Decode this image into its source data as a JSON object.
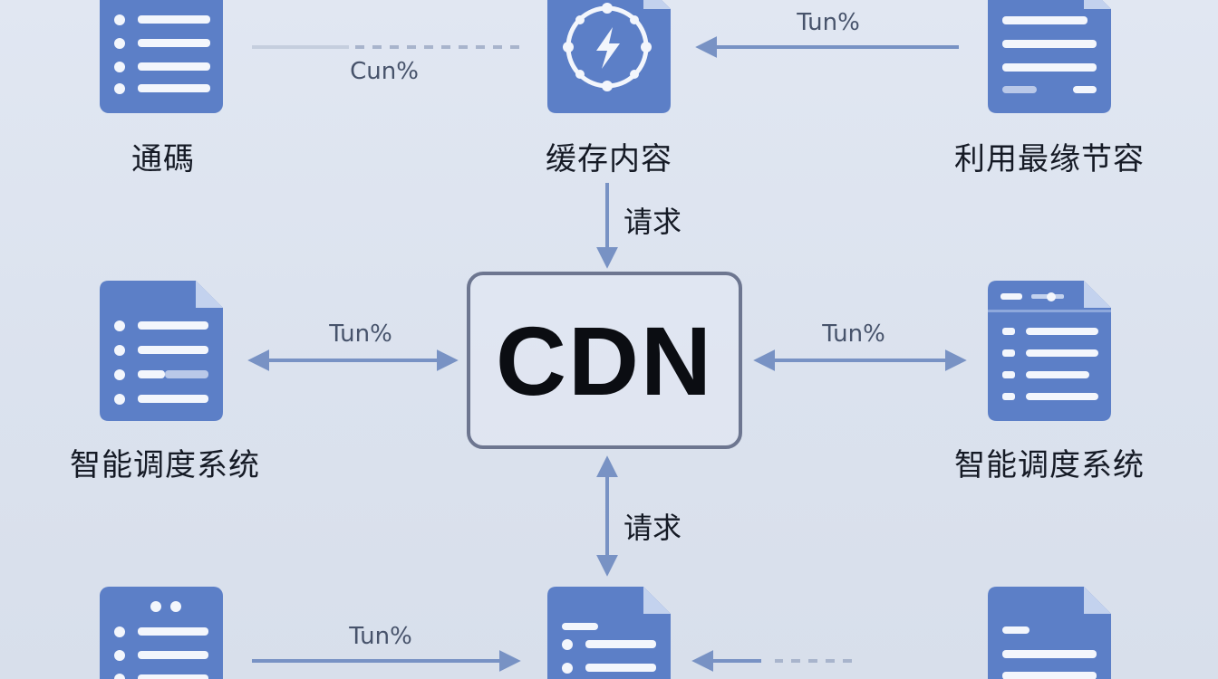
{
  "colors": {
    "doc_fill": "#5c7fc7",
    "doc_fold": "#c3d2ee",
    "doc_lines": "#f3f6fc",
    "arrow": "#7892c4",
    "arrow_dashed": "#a8b4cc"
  },
  "center": {
    "label": "CDN"
  },
  "nodes": {
    "top_left": {
      "label": "通碼",
      "icon": "list-document-icon"
    },
    "top_center": {
      "label": "缓存内容",
      "icon": "cache-document-icon"
    },
    "top_right": {
      "label": "利用最缘节容",
      "icon": "text-document-icon"
    },
    "mid_left": {
      "label": "智能调度系统",
      "icon": "list-document-icon"
    },
    "mid_right": {
      "label": "智能调度系统",
      "icon": "browser-document-icon"
    },
    "bottom_left": {
      "label": "",
      "icon": "list-document-icon"
    },
    "bottom_center": {
      "label": "",
      "icon": "list-document-icon"
    },
    "bottom_right": {
      "label": "",
      "icon": "text-document-icon"
    }
  },
  "edges": {
    "top_left_center": {
      "label": "Cun%"
    },
    "top_right_center": {
      "label": "Tun%"
    },
    "top_to_cdn": {
      "label": "请求"
    },
    "left_cdn": {
      "label": "Tun%"
    },
    "right_cdn": {
      "label": "Tun%"
    },
    "cdn_to_bottom": {
      "label": "请求"
    },
    "bottom_left_center": {
      "label": "Tun%"
    }
  }
}
